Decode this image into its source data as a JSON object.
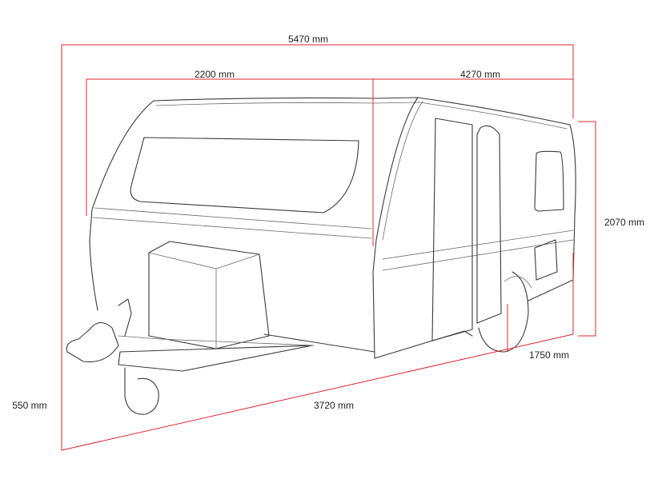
{
  "dimensions": {
    "overall_length": "5470 mm",
    "front_section": "2200 mm",
    "rear_section": "4270 mm",
    "height": "2070 mm",
    "hitch_height": "550 mm",
    "body_length": "3720 mm",
    "width": "1750 mm"
  },
  "colors": {
    "dimension_line": "#e1242b",
    "outline": "#3a3a3a",
    "label_text": "#222222",
    "background": "#ffffff"
  }
}
